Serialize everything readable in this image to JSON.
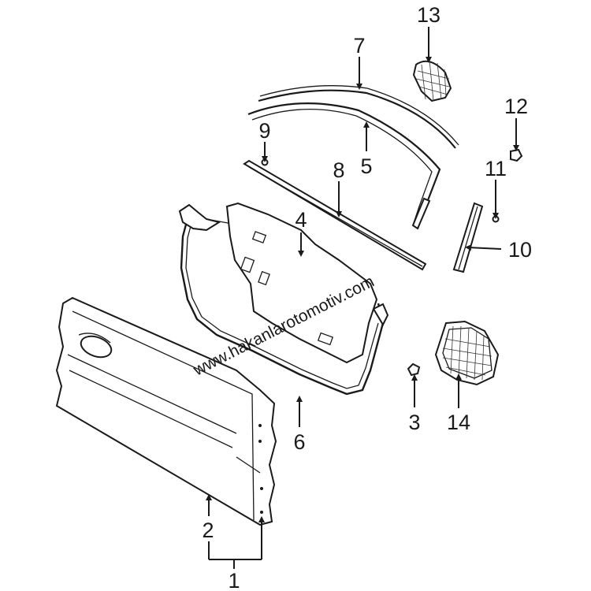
{
  "callouts": {
    "c1": "1",
    "c2": "2",
    "c3": "3",
    "c4": "4",
    "c5": "5",
    "c6": "6",
    "c7": "7",
    "c8": "8",
    "c9": "9",
    "c10": "10",
    "c11": "11",
    "c12": "12",
    "c13": "13",
    "c14": "14"
  },
  "watermark": "www.hakanlarotomotiv.com",
  "colors": {
    "ink": "#1a1a1a",
    "background": "#ffffff"
  }
}
